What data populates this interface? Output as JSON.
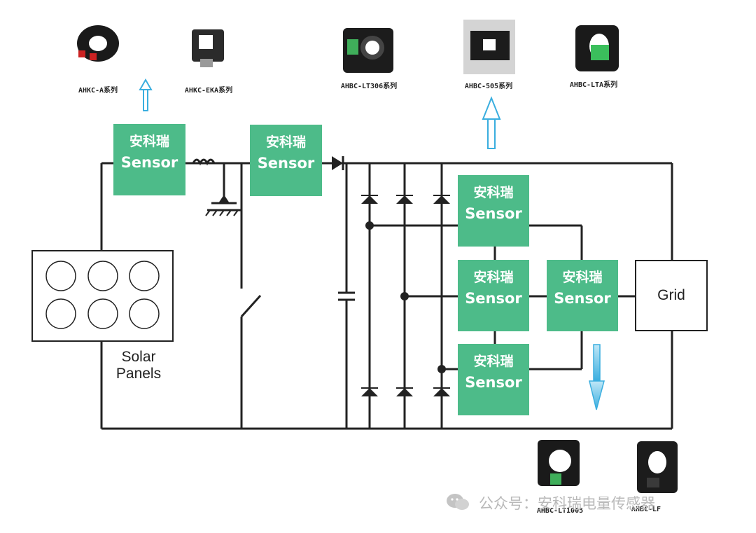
{
  "sensors": [
    {
      "cn": "安科瑞",
      "en": "Sensor"
    },
    {
      "cn": "安科瑞",
      "en": "Sensor"
    },
    {
      "cn": "安科瑞",
      "en": "Sensor"
    },
    {
      "cn": "安科瑞",
      "en": "Sensor"
    },
    {
      "cn": "安科瑞",
      "en": "Sensor"
    },
    {
      "cn": "安科瑞",
      "en": "Sensor"
    }
  ],
  "products_top": [
    "AHKC-A系列",
    "AHKC-EKA系列",
    "AHBC-LT306系列",
    "AHBC-505系列",
    "AHBC-LTA系列"
  ],
  "products_bottom": [
    "AHBC-LT1005",
    "AHBC-LF"
  ],
  "solar_label_line1": "Solar",
  "solar_label_line2": "Panels",
  "grid_label": "Grid",
  "watermark": "公众号：安科瑞电量传感器",
  "colors": {
    "sensor_green": "#4dbb89",
    "arrow_blue": "#3aaedf",
    "wire": "#222222"
  }
}
